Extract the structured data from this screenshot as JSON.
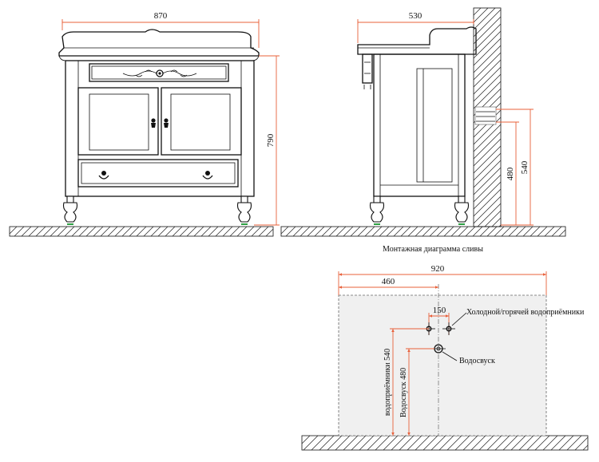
{
  "front_view": {
    "width_dim": "870",
    "height_dim": "790"
  },
  "side_view": {
    "depth_dim": "530",
    "dim_inlet": "540",
    "dim_drain": "480"
  },
  "plumbing_diagram": {
    "title": "Монтажная диаграмма сливы",
    "total_width": "920",
    "offset_width": "460",
    "inlet_spacing": "150",
    "label_inlets": "Холодной/горячей водоприёмники",
    "label_drain": "Водосвуск",
    "vertical_inlets": "водоприёмники 540",
    "vertical_drain": "Водосвуск 480"
  }
}
